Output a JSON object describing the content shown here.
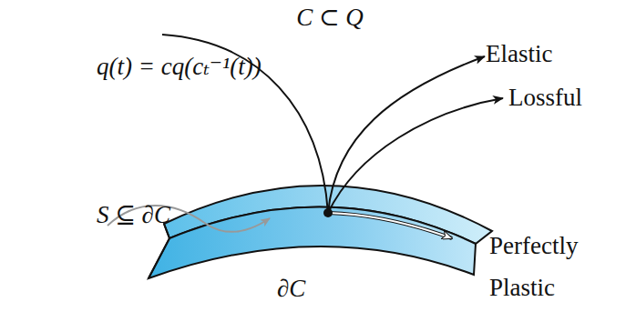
{
  "diagram": {
    "title": "C ⊂ Q",
    "labels": [
      "q(t) = cq(cₜ⁻¹(t))",
      "Elastic",
      "Lossful",
      "S ⊆ ∂C",
      "Perfectly Plastic",
      "∂C"
    ]
  }
}
